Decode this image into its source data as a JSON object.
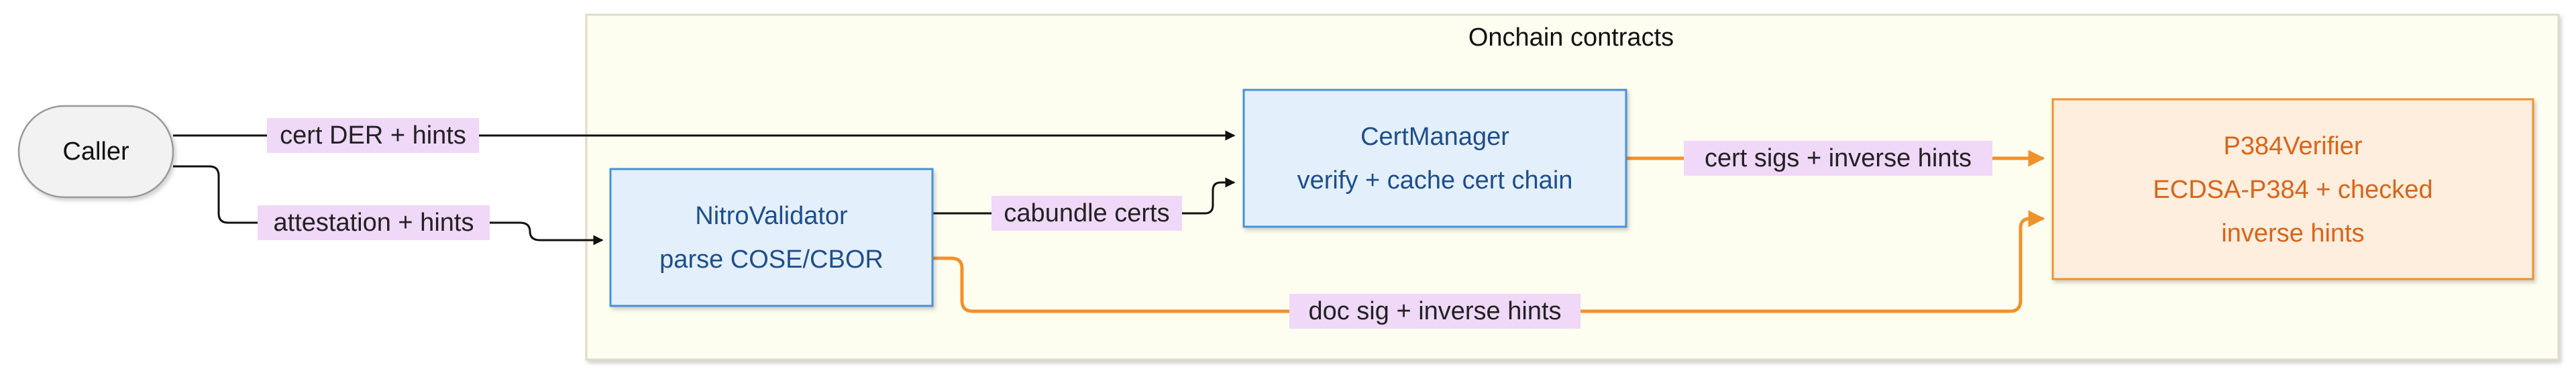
{
  "group": {
    "title": "Onchain contracts"
  },
  "nodes": {
    "caller": {
      "label": "Caller"
    },
    "nitro": {
      "line1": "NitroValidator",
      "line2": "parse COSE/CBOR"
    },
    "cert": {
      "line1": "CertManager",
      "line2": "verify + cache cert chain"
    },
    "p384": {
      "line1": "P384Verifier",
      "line2": "ECDSA-P384 + checked",
      "line3": "inverse hints"
    }
  },
  "edges": {
    "cert_der": {
      "label": "cert DER + hints"
    },
    "attestation": {
      "label": "attestation + hints"
    },
    "cabundle": {
      "label": "cabundle certs"
    },
    "cert_sigs": {
      "label": "cert sigs + inverse hints"
    },
    "doc_sig": {
      "label": "doc sig + inverse hints"
    }
  },
  "colors": {
    "group_fill": "#fdfdf0",
    "group_stroke": "#e0dcc8",
    "caller_fill": "#f2f2f2",
    "caller_stroke": "#999999",
    "blue_fill": "#e3f0fb",
    "blue_stroke": "#4a90d9",
    "blue_text": "#1f4e8c",
    "orange_fill": "#fdeedd",
    "orange_stroke": "#f0922b",
    "orange_text": "#d9641a",
    "label_bg": "#f0d8f8",
    "black_edge": "#111111",
    "orange_edge": "#f0922b"
  }
}
